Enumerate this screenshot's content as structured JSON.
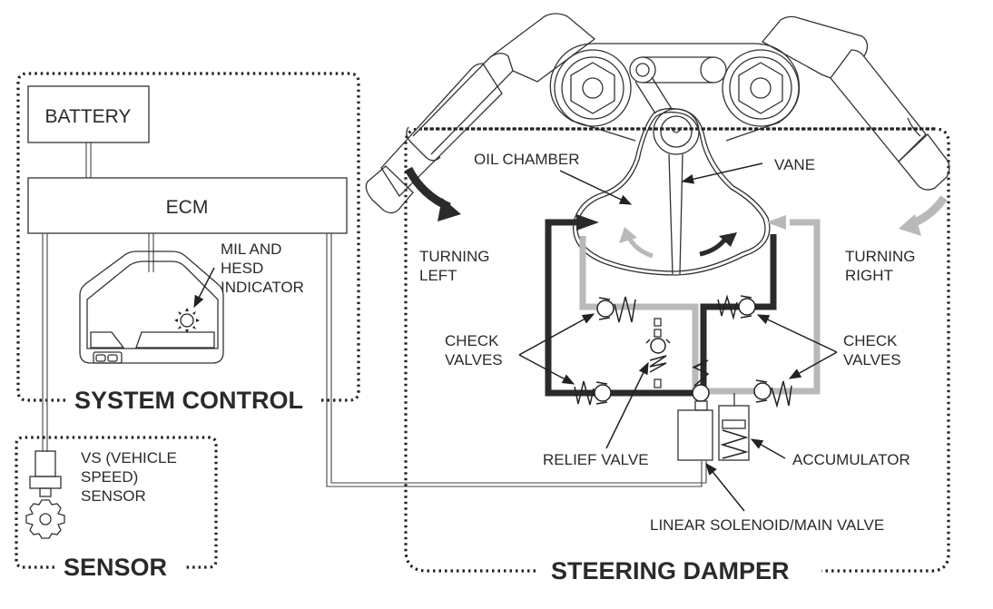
{
  "diagram": {
    "title": "Steering damper system diagram",
    "groups": {
      "system_control": "SYSTEM CONTROL",
      "sensor": "SENSOR",
      "steering_damper": "STEERING DAMPER"
    },
    "components": {
      "battery": "BATTERY",
      "ecm": "ECM",
      "indicator": [
        "MIL AND",
        "HESD",
        "INDICATOR"
      ],
      "vs_sensor": [
        "VS (VEHICLE",
        "SPEED)",
        "SENSOR"
      ],
      "oil_chamber": "OIL CHAMBER",
      "vane": "VANE",
      "turning_left": [
        "TURNING",
        "LEFT"
      ],
      "turning_right": [
        "TURNING",
        "RIGHT"
      ],
      "check_valves_left": [
        "CHECK",
        "VALVES"
      ],
      "check_valves_right": [
        "CHECK",
        "VALVES"
      ],
      "relief_valve": "RELIEF VALVE",
      "accumulator": "ACCUMULATOR",
      "linear_solenoid": "LINEAR SOLENOID/MAIN VALVE"
    },
    "colors": {
      "dark_flow": "#2b2b2b",
      "light_flow": "#b9b9b9",
      "line": "#333333"
    }
  }
}
